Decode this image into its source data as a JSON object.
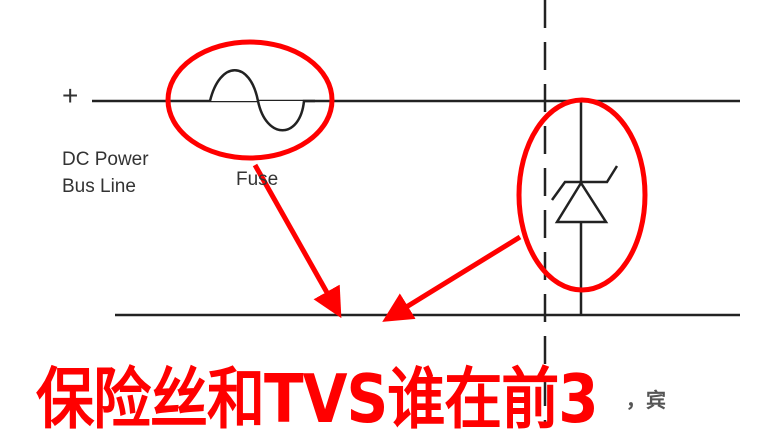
{
  "labels": {
    "plus": "+",
    "bus_line": [
      "DC Power",
      "Bus Line"
    ],
    "fuse": "Fuse"
  },
  "caption": "保险丝和TVS谁在前3",
  "caption_tail": "，宾",
  "colors": {
    "annotation": "#ff0000",
    "line": "#222222"
  }
}
